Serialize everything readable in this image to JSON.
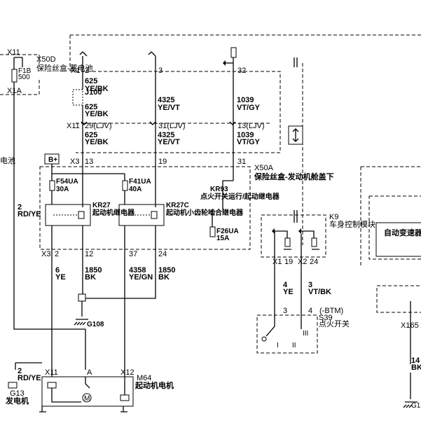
{
  "fuse_block": {
    "name": "X11",
    "connector": "X50D",
    "title": "保险丝盒-蓄电池",
    "fuse_id": "F1B",
    "fuse_rating": "500",
    "lower_connector": "X1A"
  },
  "battery": {
    "label": "电池"
  },
  "top_connector": {
    "name": "X1",
    "pin_a": "2",
    "pin_b": "3",
    "pin_c": "32"
  },
  "wires_upper": [
    {
      "number": "625",
      "color": "YE/BK"
    },
    {
      "number": "4325",
      "color": "YE/VT"
    },
    {
      "number": "1039",
      "color": "VT/GY"
    }
  ],
  "jumper": {
    "name": "J100",
    "wire_number": "625",
    "wire_color": "YE/BK"
  },
  "inline_connector": {
    "name": "X11",
    "pin_a": "29(LJV)",
    "pin_b": "31(LJV)",
    "pin_c": "13(LJV)"
  },
  "wires_mid": [
    {
      "number": "625",
      "color": "YE/BK"
    },
    {
      "number": "4325",
      "color": "YE/VT"
    },
    {
      "number": "1039",
      "color": "VT/GY"
    }
  ],
  "b_plus": {
    "label": "B+"
  },
  "engine_box": {
    "connector_top": "X3",
    "pin_a": "13",
    "pin_b": "19",
    "pin_c": "31",
    "connector_name": "X50A",
    "title": "保险丝盒-发动机舱盖下",
    "connector_bottom": "X3",
    "pins_bottom": [
      "2",
      "12",
      "37",
      "24"
    ]
  },
  "fuses": [
    {
      "id": "F54UA",
      "rating": "30A"
    },
    {
      "id": "F41UA",
      "rating": "40A"
    },
    {
      "id": "F26UA",
      "rating": "15A"
    }
  ],
  "relays": [
    {
      "id": "KR27",
      "name": "起动机继电器"
    },
    {
      "id": "KR27C",
      "name": "起动机小齿轮啮合继电器"
    },
    {
      "id": "KR93",
      "name": "点火开关运行/起动继电器"
    }
  ],
  "left_wire": {
    "number": "2",
    "color": "RD/YE"
  },
  "wires_lower": [
    {
      "number": "6",
      "color": "YE"
    },
    {
      "number": "1850",
      "color": "BK"
    },
    {
      "number": "4358",
      "color": "YE/GN"
    },
    {
      "number": "1850",
      "color": "BK"
    }
  ],
  "ground": {
    "label": "G108"
  },
  "bcm": {
    "connector": "K9",
    "title": "车身控制模块",
    "conn_a": "X1",
    "pin_a": "19",
    "conn_b": "X2",
    "pin_b": "24"
  },
  "ignition_wires": [
    {
      "number": "4",
      "color": "YE"
    },
    {
      "number": "3",
      "color": "VT/BK"
    }
  ],
  "ignition_switch": {
    "pin_a": "3",
    "pin_b": "4",
    "connector": "(-BTM)",
    "name": "S39",
    "title": "点火开关",
    "pos_1": "I",
    "pos_2": "II",
    "pos_3": "III"
  },
  "starter": {
    "name": "M64",
    "title": "起动机电机",
    "conn_a": "X11",
    "pin_a": "A",
    "conn_b": "X12",
    "wire_number": "2",
    "wire_color": "RD/YE"
  },
  "generator": {
    "name": "G13",
    "title": "发电机"
  },
  "right_panel": {
    "module_title": "自动变速器模块",
    "connector": "X165",
    "wire_number": "14",
    "wire_color": "BK",
    "ground": "G1"
  }
}
